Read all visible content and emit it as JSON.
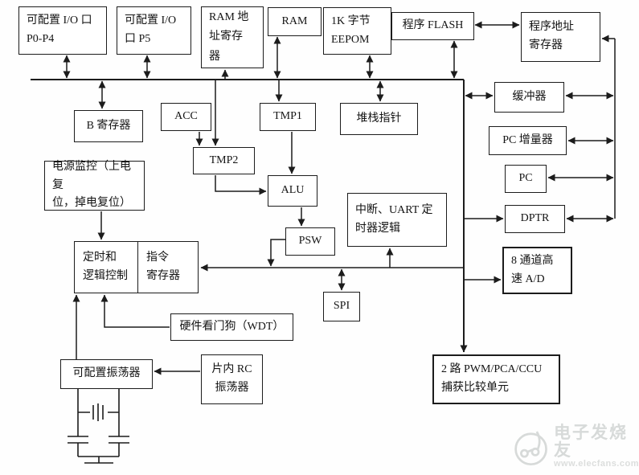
{
  "blocks": {
    "io_p0_p4": "可配置 I/O 口\nP0-P4",
    "io_p5": "可配置 I/O\n口 P5",
    "ram_addr_reg": "RAM 地\n址寄存\n器",
    "ram": "RAM",
    "eepom": "1K 字节\nEEPOM",
    "flash": "程序 FLASH",
    "prog_addr_reg": "程序地址\n寄存器",
    "b_reg": "B 寄存器",
    "acc": "ACC",
    "tmp1": "TMP1",
    "stack_pointer": "堆栈指针",
    "buffer": "缓冲器",
    "pc_inc": "PC 增量器",
    "pc": "PC",
    "dptr": "DPTR",
    "tmp2": "TMP2",
    "power_monitor": "电源监控（上电复\n位，掉电复位）",
    "alu": "ALU",
    "int_uart_timer": "中断、UART 定\n时器逻辑",
    "psw": "PSW",
    "timing_logic": "定时和\n逻辑控制",
    "instr_reg": "指令\n寄存器",
    "spi": "SPI",
    "adc": "8 通道高\n速 A/D",
    "watchdog": "硬件看门狗（WDT）",
    "config_osc": "可配置振荡器",
    "rc_osc": "片内 RC\n振荡器",
    "pwm_pca_ccu": "2 路 PWM/PCA/CCU\n捕获比较单元"
  },
  "watermark": {
    "brand": "电子发烧友",
    "site": "www.elecfans.com"
  },
  "colors": {
    "line": "#1c1c1c",
    "watermark": "#d7dad9",
    "background": "#fefefe"
  }
}
